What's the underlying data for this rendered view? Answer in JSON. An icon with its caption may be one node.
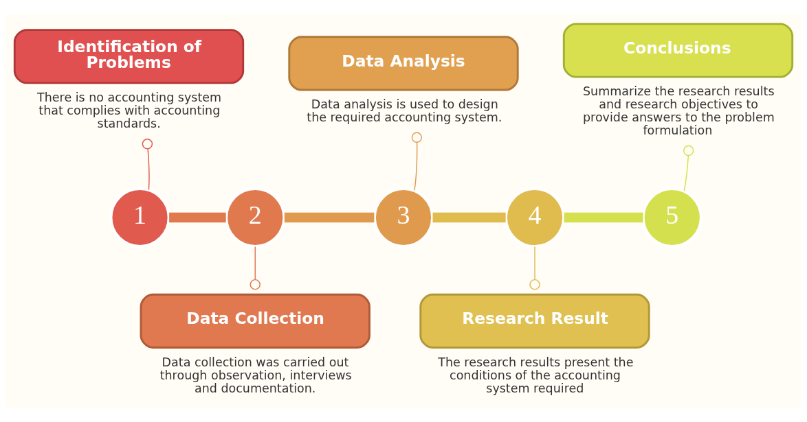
{
  "diagram": {
    "nodes": [
      {
        "text": [
          "Identification of Problems"
        ],
        "beside": [
          "There is no accounting system that complies with accounting standards."
        ]
      },
      {
        "text": [
          "Data Collection"
        ],
        "beside": [
          "Data collection was carried out through observation, interviews and documentation."
        ]
      },
      {
        "text": [
          "Data Analysis"
        ],
        "beside": [
          "Data analysis is used to design the required accounting system."
        ]
      },
      {
        "text": [
          "Research Result"
        ],
        "beside": [
          "The research results present the conditions of the accounting system required"
        ]
      },
      {
        "text": [
          "Conclusions"
        ],
        "beside": [
          "Summarize the research results and research objectives to provide answers to the problem formulation"
        ]
      },
      {
        "text": [
          "1"
        ]
      },
      {
        "text": [
          "2"
        ]
      },
      {
        "text": [
          "3"
        ]
      },
      {
        "text": [
          "4"
        ]
      },
      {
        "text": [
          "5"
        ]
      }
    ],
    "edges": [
      {
        "from": 5,
        "to": 6,
        "arrow": "none",
        "style": "thick",
        "color": "#e07a4e"
      },
      {
        "from": 6,
        "to": 7,
        "arrow": "none",
        "style": "thick",
        "color": "#e09a4e"
      },
      {
        "from": 7,
        "to": 8,
        "arrow": "none",
        "style": "thick",
        "color": "#e0bc4e"
      },
      {
        "from": 8,
        "to": 9,
        "arrow": "none",
        "style": "thick",
        "color": "#d5e04e"
      },
      {
        "from": 5,
        "to": 0,
        "arrow": "other",
        "color": "#e05a4e"
      },
      {
        "from": 6,
        "to": 1,
        "arrow": "other",
        "color": "#e07a4e"
      },
      {
        "from": 7,
        "to": 2,
        "arrow": "other",
        "color": "#e09a4e"
      },
      {
        "from": 8,
        "to": 3,
        "arrow": "other",
        "color": "#e0bc4e"
      },
      {
        "from": 9,
        "to": 4,
        "arrow": "other",
        "color": "#d5e04e"
      }
    ]
  }
}
